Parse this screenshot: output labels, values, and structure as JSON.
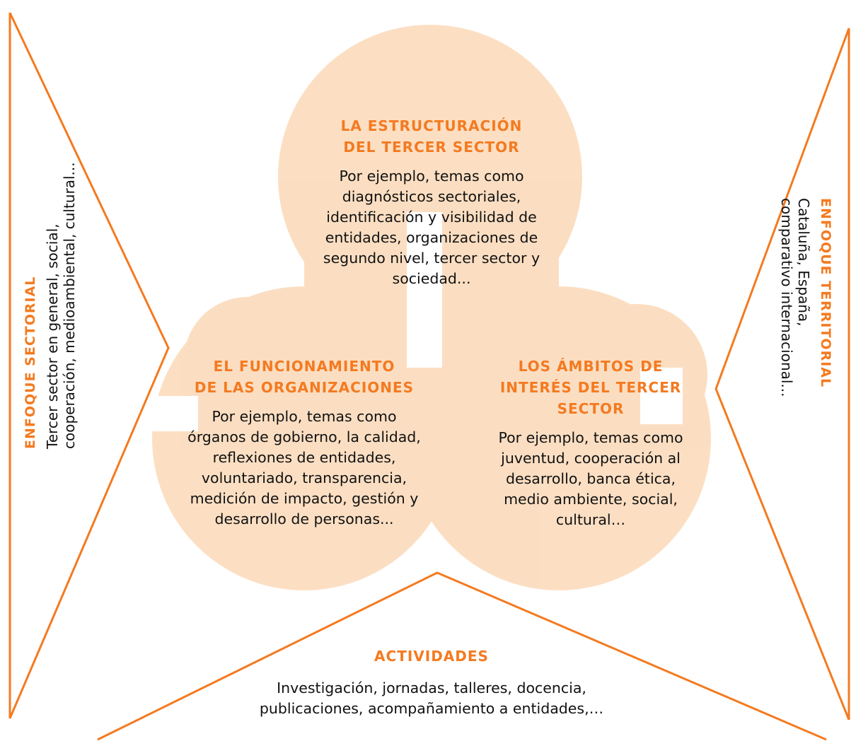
{
  "colors": {
    "accent": "#f47a20",
    "watermark": "#fbd9b8",
    "text": "#111111"
  },
  "top_block": {
    "title_lines": [
      "LA ESTRUCTURACIÓN",
      "DEL TERCER SECTOR"
    ],
    "body_lines": [
      "Por ejemplo, temas como",
      "diagnósticos sectoriales,",
      "identificación y visibilidad de",
      "entidades, organizaciones de",
      "segundo nivel, tercer sector y",
      "sociedad..."
    ]
  },
  "left_block": {
    "title_lines": [
      "EL FUNCIONAMIENTO",
      "DE LAS ORGANIZACIONES"
    ],
    "body_lines": [
      "Por ejemplo, temas como",
      "órganos de gobierno, la calidad,",
      "reflexiones de entidades,",
      "voluntariado, transparencia,",
      "medición de impacto, gestión y",
      "desarrollo de personas..."
    ]
  },
  "right_block": {
    "title_lines": [
      "LOS ÁMBITOS DE",
      "INTERÉS DEL TERCER",
      "SECTOR"
    ],
    "body_lines": [
      "Por ejemplo, temas como",
      "juventud, cooperación al",
      "desarrollo, banca ética,",
      "medio ambiente, social,",
      "cultural…"
    ]
  },
  "bottom_block": {
    "title": "ACTIVIDADES",
    "body_lines": [
      "Investigación, jornadas, talleres, docencia,",
      "publicaciones, acompañamiento a entidades,…"
    ]
  },
  "left_side": {
    "title": "ENFOQUE SECTORIAL",
    "body_lines": [
      "Tercer sector en general, social,",
      "cooperación, medioambiental, cultural..."
    ]
  },
  "right_side": {
    "title": "ENFOQUE TERRITORIAL",
    "body_lines": [
      "Cataluña, España,",
      "comparativo internacional..."
    ]
  }
}
